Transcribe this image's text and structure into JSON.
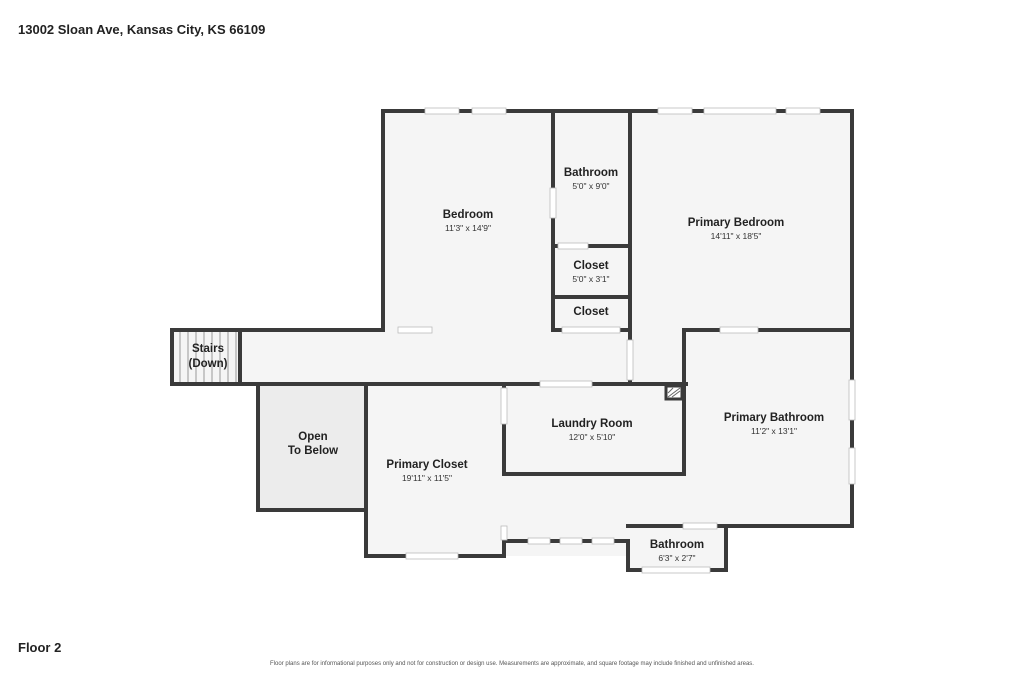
{
  "address": "13002 Sloan Ave, Kansas City, KS 66109",
  "floor": "Floor 2",
  "disclaimer": "Floor plans are for informational purposes only and not for construction or design use. Measurements are approximate, and square footage may include finished and unfinished areas.",
  "rooms": {
    "bedroom": {
      "name": "Bedroom",
      "dims": "11'3\" x 14'9\""
    },
    "bathroom_upper": {
      "name": "Bathroom",
      "dims": "5'0\" x 9'0\""
    },
    "closet_a": {
      "name": "Closet",
      "dims": "5'0\" x 3'1\""
    },
    "closet_b": {
      "name": "Closet"
    },
    "primary_bedroom": {
      "name": "Primary Bedroom",
      "dims": "14'11\" x 18'5\""
    },
    "stairs": {
      "line1": "Stairs",
      "line2": "(Down)"
    },
    "open_below": {
      "line1": "Open",
      "line2": "To Below"
    },
    "primary_closet": {
      "name": "Primary Closet",
      "dims": "19'11\" x 11'5\""
    },
    "laundry_room": {
      "name": "Laundry Room",
      "dims": "12'0\" x 5'10\""
    },
    "primary_bathroom": {
      "name": "Primary Bathroom",
      "dims": "11'2\" x 13'1\""
    },
    "bathroom_lower": {
      "name": "Bathroom",
      "dims": "6'3\" x 2'7\""
    }
  }
}
